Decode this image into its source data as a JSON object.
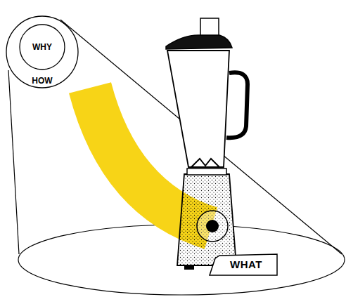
{
  "diagram": {
    "nodes": [
      {
        "text": [
          "HOW"
        ]
      },
      {
        "text": [
          "WHY"
        ],
        "in": 0
      },
      {
        "text": [
          "WHAT"
        ]
      }
    ]
  }
}
